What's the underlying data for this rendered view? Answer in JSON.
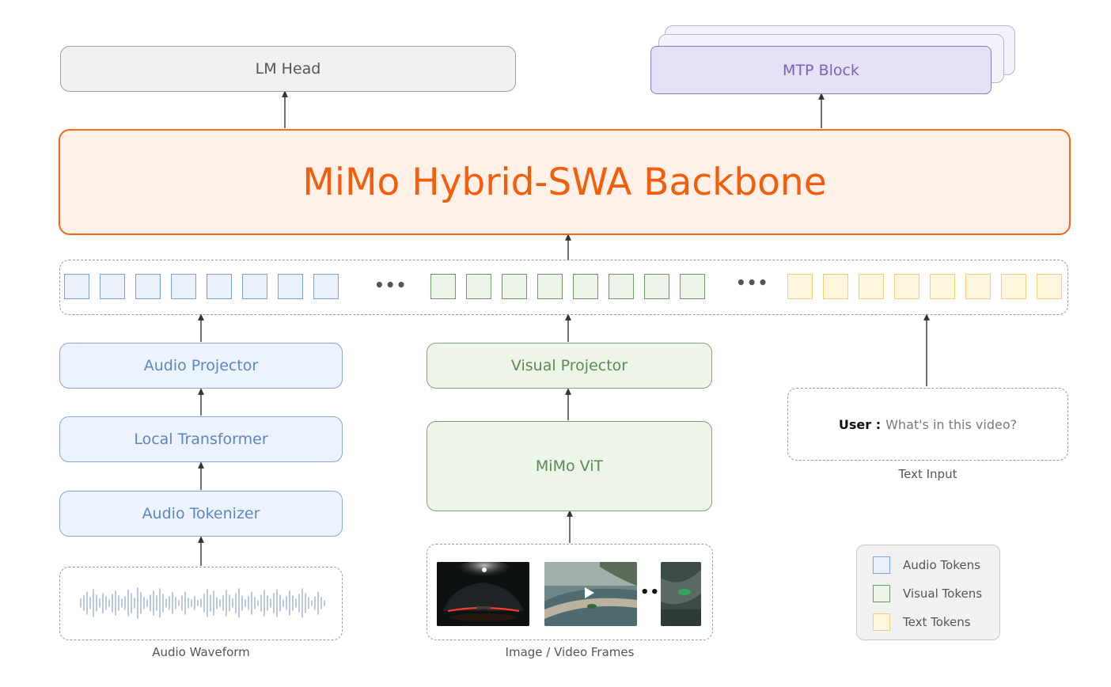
{
  "title": "MiMo Hybrid-SWA Backbone",
  "lm_head": "LM Head",
  "mtp_block": "MTP Block",
  "token_strip": {
    "ellipsis": "•••"
  },
  "audio": {
    "projector": "Audio Projector",
    "local_transformer": "Local Transformer",
    "tokenizer": "Audio Tokenizer",
    "waveform_caption": "Audio Waveform"
  },
  "visual": {
    "projector": "Visual Projector",
    "vit": "MiMo ViT",
    "frames_caption": "Image / Video Frames",
    "frames_ellipsis": "•••"
  },
  "text": {
    "user_label": "User :",
    "user_message": "What's in this video?",
    "caption": "Text Input"
  },
  "legend": [
    {
      "label": "Audio Tokens",
      "color": "#7da2d6"
    },
    {
      "label": "Visual Tokens",
      "color": "#6f9a68"
    },
    {
      "label": "Text Tokens",
      "color": "#f0d07a"
    }
  ],
  "colors": {
    "backbone": "#ef6a1c",
    "audio": "#5b86c4",
    "visual": "#5b8a52",
    "mtp": "#7b62b8"
  }
}
